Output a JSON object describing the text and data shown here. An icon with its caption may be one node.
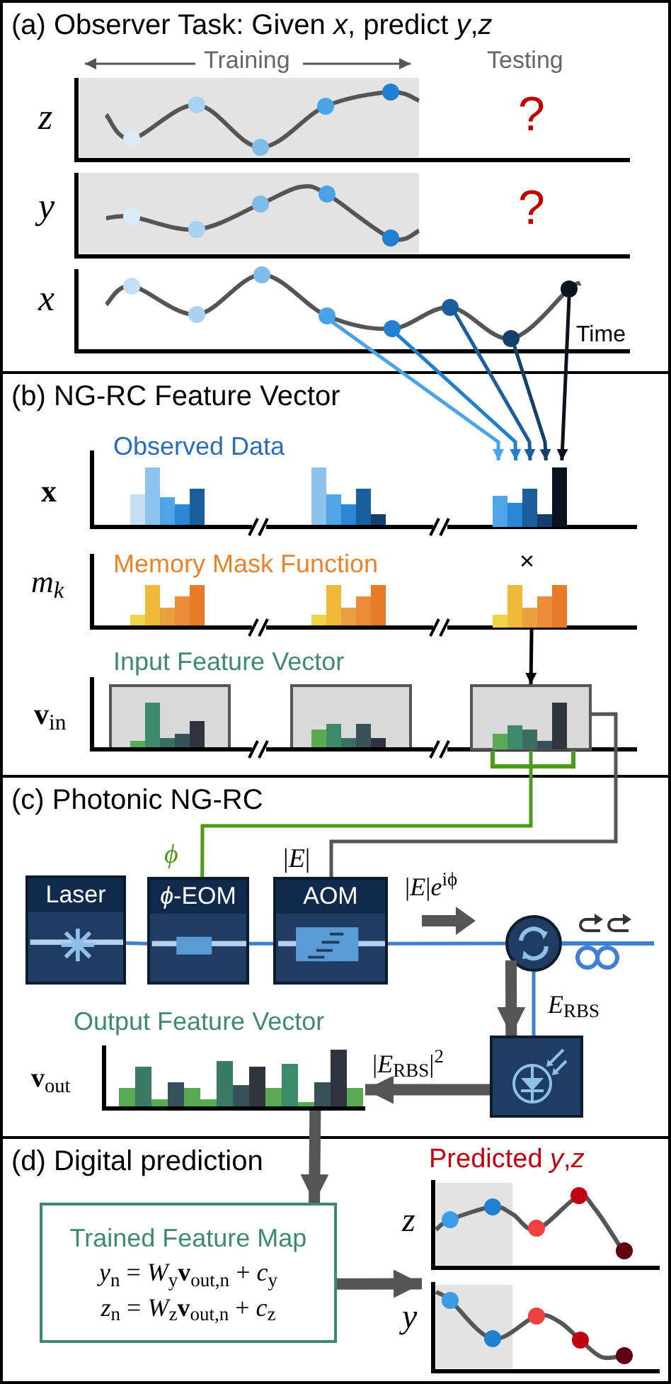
{
  "diagram": {
    "nodes": [
      {
        "text": [
          "(a) Observer Task: Given *x*, predict *y*,*z*"
        ]
      },
      {
        "text": [],
        "shape": "circle",
        "in": 0
      },
      {
        "text": [],
        "shape": "circle",
        "in": 0
      },
      {
        "text": [],
        "shape": "circle",
        "in": 0
      },
      {
        "text": [],
        "shape": "circle",
        "in": 0
      },
      {
        "text": [],
        "shape": "circle",
        "in": 0
      },
      {
        "text": [
          "(b) NG-RC Feature Vector"
        ]
      },
      {
        "text": [],
        "shape": "bar",
        "in": 6
      },
      {
        "text": [],
        "shape": "bar",
        "in": 6
      },
      {
        "text": [],
        "shape": "box",
        "in": 6
      },
      {
        "text": [
          "(c) Photonic NG-RC"
        ]
      },
      {
        "text": [
          "Laser"
        ],
        "in": 10
      },
      {
        "text": [
          "*ϕ*-EOM"
        ],
        "in": 10
      },
      {
        "text": [
          "AOM"
        ],
        "in": 10
      },
      {
        "text": [],
        "shape": "circle",
        "in": 10
      },
      {
        "text": [],
        "shape": "box",
        "in": 10
      },
      {
        "text": [],
        "shape": "bar",
        "in": 10
      },
      {
        "text": [
          "(d) Digital prediction"
        ]
      },
      {
        "text": [
          "Trained Feature Map",
          "*y*$_{n}$ = *W*$_{y}$**v**$_{out,n}$ + *c*$_{y}$",
          "*z*$_{n}$ = *W*$_{z}$**v**$_{out,n}$ + *c*$_{z}$"
        ],
        "in": 17
      },
      {
        "text": [],
        "shape": "picture",
        "in": 17
      }
    ],
    "edges": [
      {
        "from": 1,
        "to": 7,
        "arrow": "to",
        "color": "#4aa3e6"
      },
      {
        "from": 2,
        "to": 7,
        "arrow": "to",
        "color": "#1f7fd0"
      },
      {
        "from": 3,
        "to": 7,
        "arrow": "to",
        "color": "#1a5e9e"
      },
      {
        "from": 4,
        "to": 7,
        "arrow": "to",
        "color": "#143f6b"
      },
      {
        "from": 5,
        "to": 7,
        "arrow": "to",
        "color": "#0a1420"
      },
      {
        "from": 8,
        "to": 9,
        "arrow": "to",
        "color": "#000000"
      },
      {
        "from": 9,
        "to": 12,
        "arrow": "none",
        "label": "ϕ",
        "color": "#4e9a1e"
      },
      {
        "from": 9,
        "to": 13,
        "arrow": "none",
        "label": "|*E*|",
        "color": "#555555"
      },
      {
        "from": 11,
        "to": 12,
        "arrow": "none",
        "color": "#3f7fd6"
      },
      {
        "from": 12,
        "to": 13,
        "arrow": "none",
        "color": "#3f7fd6"
      },
      {
        "from": 13,
        "to": 14,
        "arrow": "none",
        "color": "#3f7fd6"
      },
      {
        "from": 14,
        "to": 15,
        "arrow": "none",
        "label": "*E*$_{RBS}$",
        "color": "#3f7fd6"
      },
      {
        "from": 15,
        "to": 16,
        "arrow": "to",
        "label": "|*E*$_{RBS}$|$^{2}$",
        "style": "thick",
        "color": "#555555"
      },
      {
        "from": 16,
        "to": 18,
        "arrow": "to",
        "style": "thick",
        "color": "#555555"
      },
      {
        "from": 18,
        "to": 19,
        "arrow": "to",
        "style": "thick",
        "color": "#555555"
      },
      {
        "from": 14,
        "to": 15,
        "arrow": "to",
        "style": "thick",
        "color": "#555555"
      }
    ],
    "labels": [
      "Training",
      "Testing",
      "z",
      "?",
      "y",
      "?",
      "x",
      "Time",
      "x",
      "Observed Data",
      "m$_{k}$",
      "Memory Mask Function",
      "×",
      "Input Feature Vector",
      "**v**$_{in}$",
      "|*E*|*e*$^{iϕ}$",
      "Output Feature Vector",
      "**v**$_{out}$",
      "Predicted *y*,*z*",
      "z",
      "y"
    ]
  }
}
